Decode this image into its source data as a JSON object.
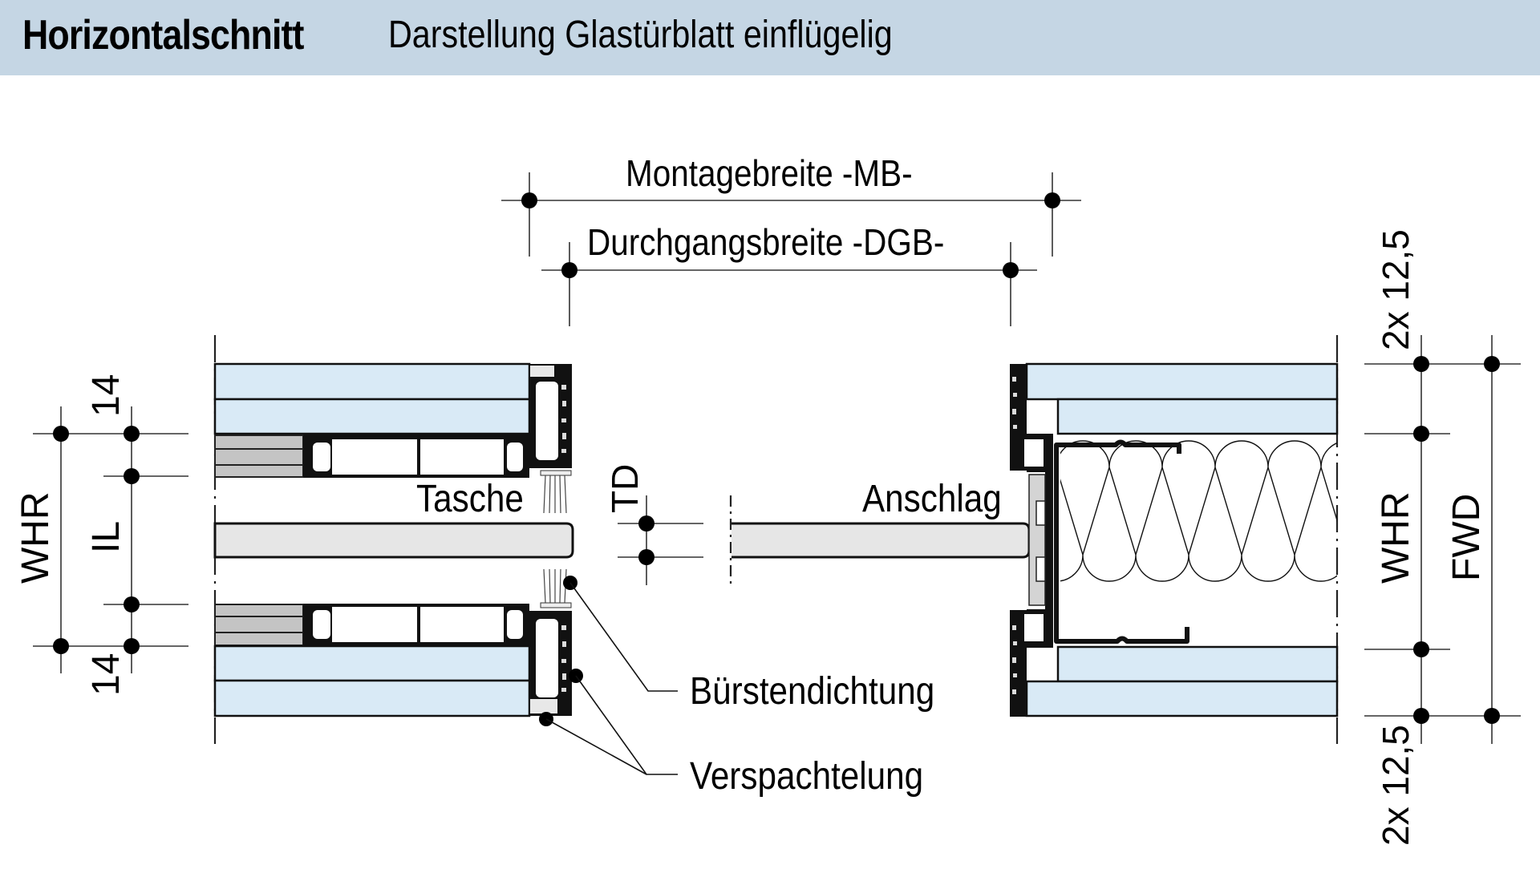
{
  "header": {
    "title": "Horizontalschnitt",
    "subtitle": "Darstellung Glastürblatt einflügelig",
    "background_color": "#c5d6e4"
  },
  "dimensions": {
    "montagebreite": "Montagebreite -MB-",
    "durchgangsbreite": "Durchgangsbreite -DGB-",
    "td": "TD",
    "left_whr": "WHR",
    "left_il": "IL",
    "left_top_14": "14",
    "left_bottom_14": "14",
    "right_whr": "WHR",
    "right_fwd": "FWD",
    "right_top_board": "2x 12,5",
    "right_bottom_board": "2x 12,5"
  },
  "labels": {
    "tasche": "Tasche",
    "anschlag": "Anschlag",
    "buerstendichtung": "Bürstendichtung",
    "verspachtelung": "Verspachtelung"
  },
  "colors": {
    "board_fill": "#d9eaf6",
    "glass_fill": "#e6e6e6",
    "gray_fill": "#c4c4c4",
    "profile": "#111111"
  }
}
